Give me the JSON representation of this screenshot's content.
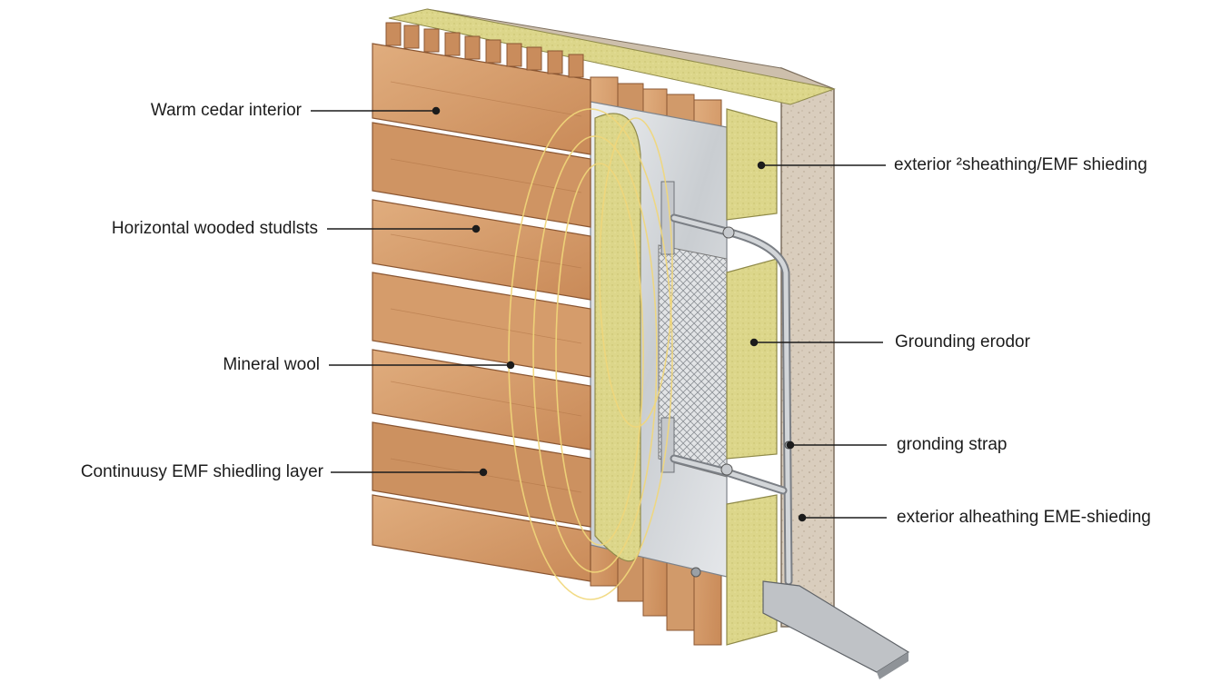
{
  "labels": {
    "warm_cedar": "Warm cedar interior",
    "horizontal_studs": "Horizontal wooded studlsts",
    "mineral_wool": "Mineral wool",
    "continuous_emf": "Continuusy EMF shiedling layer",
    "exterior_top": "exterior ²sheathing/EMF shieding",
    "grounding_erodor": "Grounding erodor",
    "grounding_strap": "gronding strap",
    "exterior_bottom": "exterior alheathing EME-shieding"
  },
  "colors": {
    "cedar": "#d49a6a",
    "cedar_dark": "#a96b3f",
    "wool": "#d9d486",
    "foil": "#d7dadd",
    "concrete": "#d9cdbd",
    "emf_lines": "#f1d77a",
    "pipe": "#b9bcc0"
  }
}
